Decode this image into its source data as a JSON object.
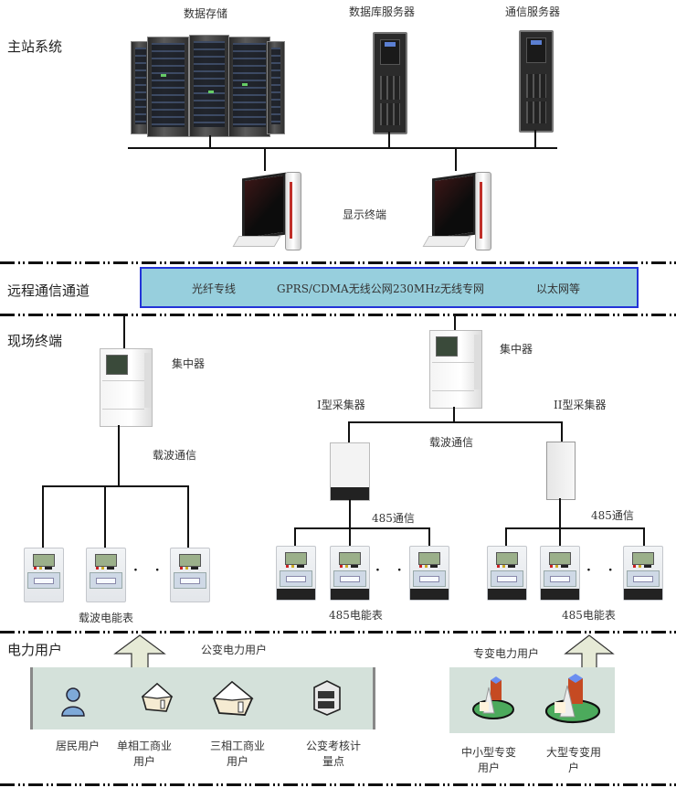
{
  "sections": {
    "master_station": "主站系统",
    "remote_channel": "远程通信通道",
    "field_terminal": "现场终端",
    "power_users": "电力用户"
  },
  "master": {
    "data_storage": "数据存储",
    "db_server": "数据库服务器",
    "comm_server": "通信服务器",
    "display_terminal": "显示终端"
  },
  "channel": {
    "items": [
      "光纤专线",
      "GPRS/CDMA无线公网",
      "230MHz无线专网",
      "以太网等"
    ],
    "fill_color": "#97cfdd",
    "border_color": "#2334d8"
  },
  "field": {
    "left": {
      "concentrator": "集中器",
      "link": "载波通信",
      "meters": "载波电能表",
      "ellipsis": "· · ·"
    },
    "right": {
      "concentrator": "集中器",
      "link": "载波通信",
      "collector_1": "I型采集器",
      "collector_2": "II型采集器",
      "link_485_a": "485通信",
      "link_485_b": "485通信",
      "meters_a": "485电能表",
      "meters_b": "485电能表",
      "ellipsis": "· · ·"
    }
  },
  "users": {
    "public_label": "公变电力用户",
    "dedicated_label": "专变电力用户",
    "public": [
      {
        "icon": "person-icon",
        "line1": "居民用户",
        "line2": ""
      },
      {
        "icon": "small-house-icon",
        "line1": "单相工商业",
        "line2": "用户"
      },
      {
        "icon": "large-house-icon",
        "line1": "三相工商业",
        "line2": "用户"
      },
      {
        "icon": "building-cabinet-icon",
        "line1": "公变考核计",
        "line2": "量点"
      }
    ],
    "dedicated": [
      {
        "icon": "small-city-icon",
        "line1": "中小型专变",
        "line2": "用户"
      },
      {
        "icon": "large-city-icon",
        "line1": "大型专变用",
        "line2": "户"
      }
    ],
    "panel_color": "#d4e1da",
    "arrow_color": "#e6ead6"
  }
}
